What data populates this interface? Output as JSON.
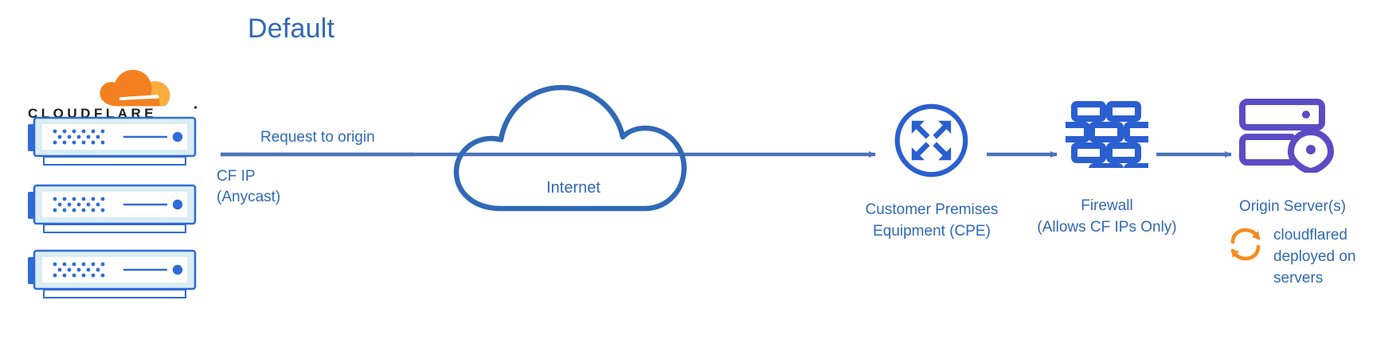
{
  "diagram": {
    "title": "Default",
    "type": "network-architecture-diagram"
  },
  "colors": {
    "title_blue": "#3069B5",
    "label_blue": "#3069B5",
    "icon_blue": "#2A5FD0",
    "arrow_blue": "#4C73B8",
    "cloud_stroke": "#3069B5",
    "server_border": "#2F6BD8",
    "server_body": "#DCEEF5",
    "server_tab": "#2F6BD8",
    "origin_purple": "#5B4CC4",
    "cloudflare_orange_dark": "#F38020",
    "cloudflare_orange_light": "#FAAD3F",
    "cloudflared_orange": "#F68B1F",
    "wordmark_black": "#1D1D1B",
    "background": "#FFFFFF"
  },
  "left_group": {
    "brand": "CLOUDFLARE",
    "brand_mark_name": "cloudflare-cloud-logo",
    "servers": [
      {
        "label": "cloudflare-edge-server-1"
      },
      {
        "label": "cloudflare-edge-server-2"
      },
      {
        "label": "cloudflare-edge-server-3"
      }
    ]
  },
  "connection": {
    "above_label": "Request to origin",
    "below_label_line1": "CF IP",
    "below_label_line2": "(Anycast)"
  },
  "nodes": {
    "internet": {
      "label": "Internet",
      "icon": "cloud-icon"
    },
    "cpe": {
      "label_line1": "Customer Premises",
      "label_line2": "Equipment (CPE)",
      "icon": "router-four-arrows-icon"
    },
    "firewall": {
      "label_line1": "Firewall",
      "label_line2": "(Allows CF IPs Only)",
      "icon": "brick-wall-icon"
    },
    "origin": {
      "label": "Origin Server(s)",
      "icon": "server-rack-location-pin-icon",
      "annotation_icon": "sync-arrows-icon",
      "annotation_line1": "cloudflared",
      "annotation_line2": "deployed on",
      "annotation_line3": "servers"
    }
  }
}
